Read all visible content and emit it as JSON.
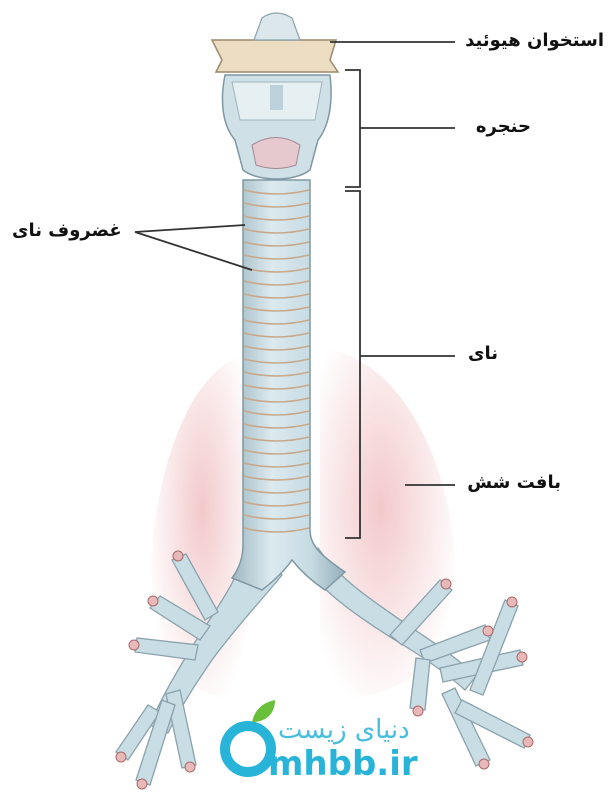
{
  "labels": {
    "hyoid": "استخوان هیوئید",
    "larynx": "حنجره",
    "tracheal_cartilage": "غضروف نای",
    "trachea": "نای",
    "lung_tissue": "بافت شش"
  },
  "watermark": {
    "name": "دنیای زیست",
    "site": "mhbb.ir"
  },
  "colors": {
    "lung": "#f2c6c8",
    "trachea": "#c9dde4",
    "ring": "#c9a889",
    "watermark": "#28b3d9",
    "leaf": "#6abf3a"
  }
}
